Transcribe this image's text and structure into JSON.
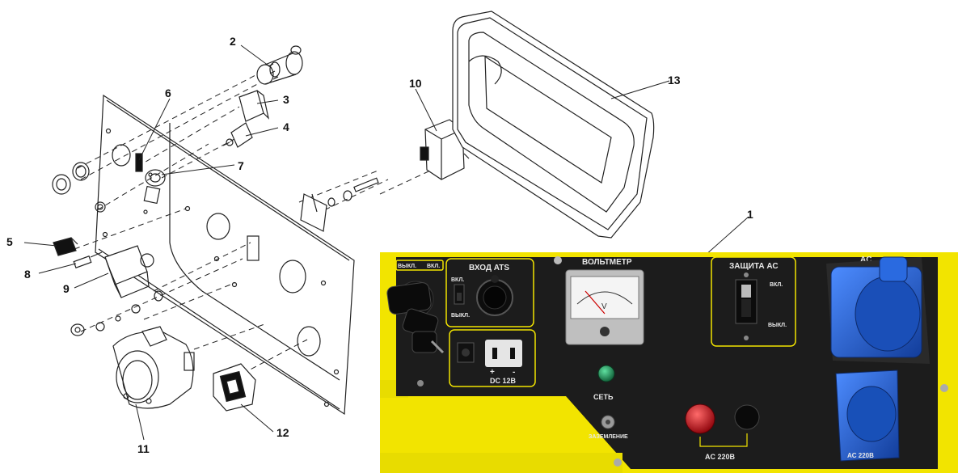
{
  "callouts": {
    "n1": "1",
    "n2": "2",
    "n3": "3",
    "n4": "4",
    "n5": "5",
    "n6": "6",
    "n7": "7",
    "n8": "8",
    "n9": "9",
    "n10": "10",
    "n11": "11",
    "n12": "12",
    "n13": "13"
  },
  "panel": {
    "off_label_left": "ВЫКЛ.",
    "on_label_left": "ВКЛ.",
    "ats_title": "ВХОД ATS",
    "ats_on": "ВКЛ.",
    "ats_off": "ВЫКЛ.",
    "dc_plus": "+",
    "dc_minus": "-",
    "dc_label": "DC  12В",
    "voltmeter_title": "ВОЛЬТМЕТР",
    "voltmeter_unit": "V",
    "network_label": "СЕТЬ",
    "ground_label": "ЗАЗЕМЛЕНИЕ",
    "protection_title": "ЗАЩИТА АС",
    "protection_on": "ВКЛ.",
    "protection_off": "ВЫКЛ.",
    "ac_top": "AC",
    "ac_220_bottom": "AC 220В",
    "ac_220_center": "AC 220В"
  },
  "colors": {
    "panel_black": "#1c1c1c",
    "frame_yellow": "#f2e400",
    "socket_blue": "#1e5fd0",
    "lamp_green": "#1f8a55",
    "button_red": "#c8101a",
    "line": "#222222"
  }
}
